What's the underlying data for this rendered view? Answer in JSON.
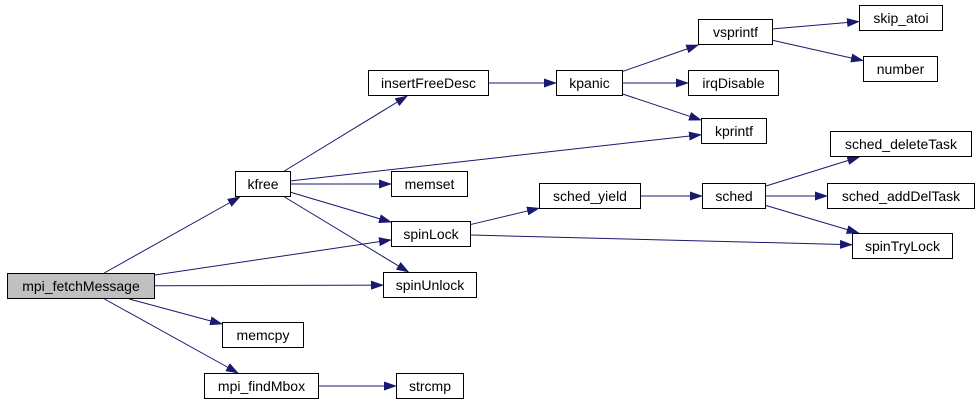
{
  "diagram": {
    "type": "call-graph",
    "colors": {
      "edge": "#191970",
      "node_border": "#000000",
      "node_fill": "#ffffff",
      "highlight_fill": "#c0c0c0",
      "text": "#000000",
      "background": "#ffffff"
    },
    "nodes": [
      {
        "id": "mpi_fetchMessage",
        "label": "mpi_fetchMessage",
        "highlighted": true
      },
      {
        "id": "kfree",
        "label": "kfree",
        "highlighted": false
      },
      {
        "id": "insertFreeDesc",
        "label": "insertFreeDesc",
        "highlighted": false
      },
      {
        "id": "memset",
        "label": "memset",
        "highlighted": false
      },
      {
        "id": "spinLock",
        "label": "spinLock",
        "highlighted": false
      },
      {
        "id": "spinUnlock",
        "label": "spinUnlock",
        "highlighted": false
      },
      {
        "id": "memcpy",
        "label": "memcpy",
        "highlighted": false
      },
      {
        "id": "mpi_findMbox",
        "label": "mpi_findMbox",
        "highlighted": false
      },
      {
        "id": "strcmp",
        "label": "strcmp",
        "highlighted": false
      },
      {
        "id": "sched_yield",
        "label": "sched_yield",
        "highlighted": false
      },
      {
        "id": "kpanic",
        "label": "kpanic",
        "highlighted": false
      },
      {
        "id": "kprintf",
        "label": "kprintf",
        "highlighted": false
      },
      {
        "id": "vsprintf",
        "label": "vsprintf",
        "highlighted": false
      },
      {
        "id": "irqDisable",
        "label": "irqDisable",
        "highlighted": false
      },
      {
        "id": "sched",
        "label": "sched",
        "highlighted": false
      },
      {
        "id": "skip_atoi",
        "label": "skip_atoi",
        "highlighted": false
      },
      {
        "id": "number",
        "label": "number",
        "highlighted": false
      },
      {
        "id": "sched_deleteTask",
        "label": "sched_deleteTask",
        "highlighted": false
      },
      {
        "id": "sched_addDelTask",
        "label": "sched_addDelTask",
        "highlighted": false
      },
      {
        "id": "spinTryLock",
        "label": "spinTryLock",
        "highlighted": false
      }
    ],
    "edges": [
      {
        "from": "mpi_fetchMessage",
        "to": "kfree"
      },
      {
        "from": "mpi_fetchMessage",
        "to": "spinLock"
      },
      {
        "from": "mpi_fetchMessage",
        "to": "spinUnlock"
      },
      {
        "from": "mpi_fetchMessage",
        "to": "memcpy"
      },
      {
        "from": "mpi_fetchMessage",
        "to": "mpi_findMbox"
      },
      {
        "from": "kfree",
        "to": "insertFreeDesc"
      },
      {
        "from": "kfree",
        "to": "kprintf"
      },
      {
        "from": "kfree",
        "to": "memset"
      },
      {
        "from": "kfree",
        "to": "spinLock"
      },
      {
        "from": "kfree",
        "to": "spinUnlock"
      },
      {
        "from": "insertFreeDesc",
        "to": "kpanic"
      },
      {
        "from": "kpanic",
        "to": "vsprintf"
      },
      {
        "from": "kpanic",
        "to": "irqDisable"
      },
      {
        "from": "kpanic",
        "to": "kprintf"
      },
      {
        "from": "vsprintf",
        "to": "skip_atoi"
      },
      {
        "from": "vsprintf",
        "to": "number"
      },
      {
        "from": "spinLock",
        "to": "sched_yield"
      },
      {
        "from": "spinLock",
        "to": "spinTryLock"
      },
      {
        "from": "sched_yield",
        "to": "sched"
      },
      {
        "from": "sched",
        "to": "sched_deleteTask"
      },
      {
        "from": "sched",
        "to": "sched_addDelTask"
      },
      {
        "from": "sched",
        "to": "spinTryLock"
      },
      {
        "from": "mpi_findMbox",
        "to": "strcmp"
      }
    ]
  }
}
